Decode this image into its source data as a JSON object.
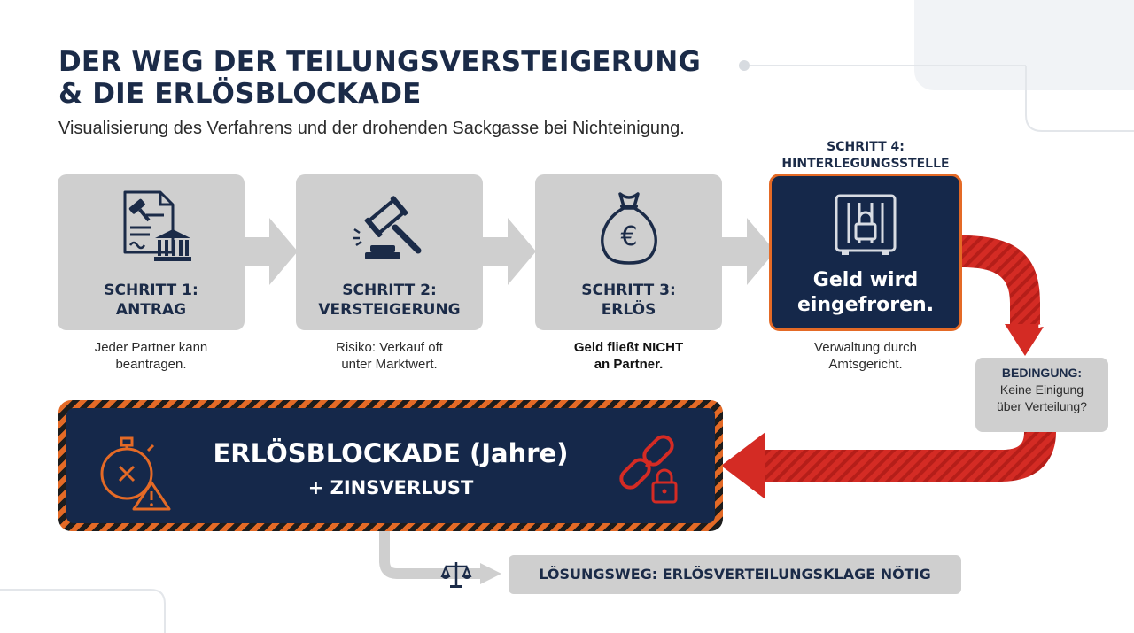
{
  "header": {
    "title_line1": "DER WEG DER TEILUNGSVERSTEIGERUNG",
    "title_line2": "& DIE ERLÖSBLOCKADE",
    "subtitle": "Visualisierung des Verfahrens und der drohenden Sackgasse bei Nichteinigung."
  },
  "steps": [
    {
      "label": "SCHRITT 1:\nANTRAG",
      "icon": "document-courthouse-icon",
      "description": "Jeder Partner kann\nbeantragen."
    },
    {
      "label": "SCHRITT 2:\nVERSTEIGERUNG",
      "icon": "gavel-icon",
      "description": "Risiko: Verkauf oft\nunter Marktwert."
    },
    {
      "label": "SCHRITT 3:\nERLÖS",
      "icon": "euro-money-bag-icon",
      "description": "Geld fließt NICHT\nan Partner."
    },
    {
      "heading": "SCHRITT 4:\nHINTERLEGUNGSSTELLE",
      "label": "Geld wird\neingefroren.",
      "icon": "locked-safe-icon",
      "description": "Verwaltung durch\nAmtsgericht."
    }
  ],
  "condition": {
    "question_mark": "?",
    "title": "BEDINGUNG:",
    "text": "Keine Einigung\nüber Verteilung?"
  },
  "blockade": {
    "title": "ERLÖSBLOCKADE (Jahre)",
    "subtitle": "+ ZINSVERLUST",
    "left_icon": "stopwatch-warning-icon",
    "right_icon": "broken-chain-lock-icon"
  },
  "solution": {
    "icon": "scales-icon",
    "label": "LÖSUNGSWEG: ERLÖSVERTEILUNGSKLAGE NÖTIG"
  },
  "colors": {
    "navy": "#15284a",
    "orange": "#e46a26",
    "red": "#d42b24",
    "gray": "#cfcfcf"
  }
}
